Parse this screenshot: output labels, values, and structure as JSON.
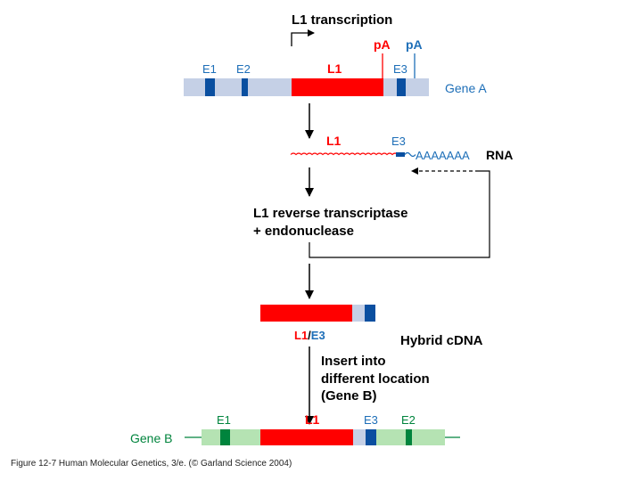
{
  "colors": {
    "red": "#ff0000",
    "blue": "#1e6fb8",
    "darkblue": "#0a4fa0",
    "lightblue": "#c5d0e6",
    "green": "#00843d",
    "lightgreen": "#b5e3b3",
    "text": "#000000"
  },
  "top": {
    "title": "L1 transcription",
    "pa_red": "pA",
    "pa_blue": "pA",
    "e1": "E1",
    "e2": "E2",
    "l1": "L1",
    "e3": "E3",
    "gene": "Gene A"
  },
  "rna": {
    "l1": "L1",
    "e3": "E3",
    "polya": "AAAAAAA",
    "label": "RNA"
  },
  "step": {
    "line1": "L1 reverse transcriptase",
    "line2": "+ endonuclease"
  },
  "hybrid": {
    "l1": "L1",
    "slash": "/",
    "e3": "E3",
    "label": "Hybrid cDNA"
  },
  "insert": {
    "line1": "Insert into",
    "line2": "different location",
    "line3": "(Gene B)"
  },
  "geneb": {
    "label": "Gene B",
    "e1": "E1",
    "l1": "L1",
    "e3": "E3",
    "e2": "E2"
  },
  "caption": "Figure 12-7  Human Molecular Genetics, 3/e.  (© Garland Science 2004)"
}
